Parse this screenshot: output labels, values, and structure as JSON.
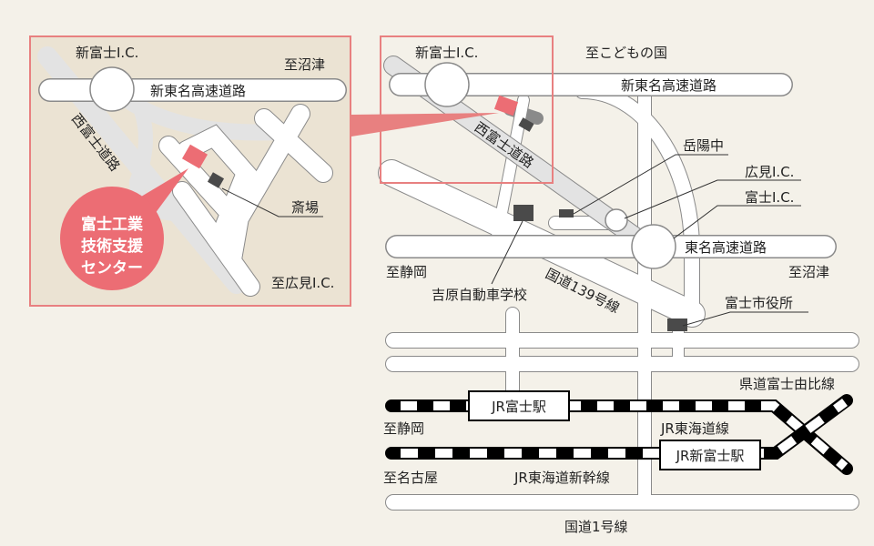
{
  "colors": {
    "background": "#f4f1e9",
    "inset_background": "#ebe3d3",
    "accent": "#ec6d74",
    "building": "#4a4a4a",
    "expressway_band": "#e3e3e3"
  },
  "inset": {
    "shin_fuji_ic": "新富士I.C.",
    "to_numazu": "至沼津",
    "shin_tomei": "新東名高速道路",
    "nishi_fuji_road": "西富士道路",
    "saijo": "斎場",
    "to_hiromi_ic": "至広見I.C.",
    "center_lines": [
      "富士工業",
      "技術支援",
      "センター"
    ]
  },
  "main": {
    "shin_fuji_ic": "新富士I.C.",
    "to_kodomonokuni": "至こどもの国",
    "shin_tomei": "新東名高速道路",
    "nishi_fuji_road": "西富士道路",
    "gakuyo_jhs": "岳陽中",
    "hiromi_ic": "広見I.C.",
    "fuji_ic": "富士I.C.",
    "tomei": "東名高速道路",
    "to_shizuoka_1": "至静岡",
    "to_numazu": "至沼津",
    "yoshiwara_driving_school": "吉原自動車学校",
    "route139": "国道139号線",
    "fuji_city_hall": "富士市役所",
    "prefectural_road": "県道富士由比線",
    "jr_fuji_station": "JR富士駅",
    "to_shizuoka_2": "至静岡",
    "jr_tokaido_line": "JR東海道線",
    "jr_shin_fuji_station": "JR新富士駅",
    "to_nagoya": "至名古屋",
    "jr_shinkansen": "JR東海道新幹線",
    "route1": "国道1号線"
  }
}
